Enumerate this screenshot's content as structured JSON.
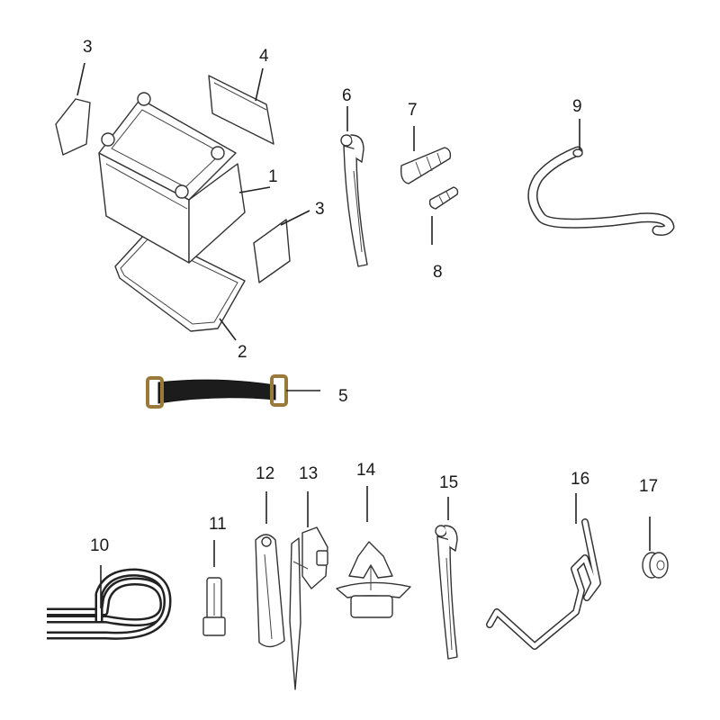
{
  "callouts": {
    "c1": "1",
    "c2": "2",
    "c3a": "3",
    "c3b": "3",
    "c4": "4",
    "c5": "5",
    "c6": "6",
    "c7": "7",
    "c8": "8",
    "c9": "9",
    "c10": "10",
    "c11": "11",
    "c12": "12",
    "c13": "13",
    "c14": "14",
    "c15": "15",
    "c16": "16",
    "c17": "17"
  },
  "colors": {
    "line": "#333333",
    "strap": "#1c1c1c",
    "buckle": "#9a7a3a"
  }
}
